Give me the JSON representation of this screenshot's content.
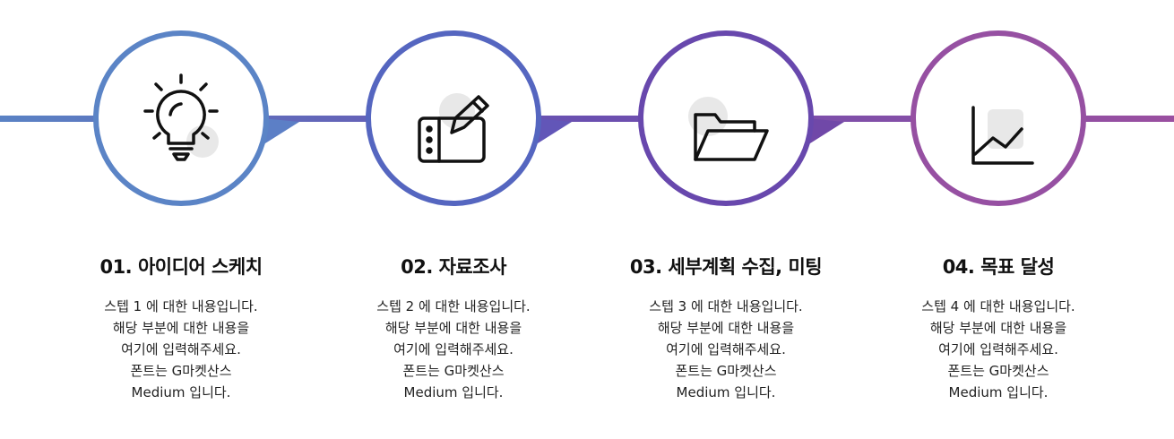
{
  "colors": {
    "line_start": "#5a82c4",
    "line_mid": "#6a4fb0",
    "line_end": "#9a4fa0",
    "circle_fill": "#ffffff",
    "icon_stroke": "#111111",
    "icon_accent": "#e6e6e6"
  },
  "steps": [
    {
      "title": "01. 아이디어 스케치",
      "icon": "lightbulb-icon",
      "ring_color": "#5b84c6",
      "lines": [
        "스텝 1 에 대한 내용입니다.",
        "해당 부분에 대한 내용을",
        "여기에 입력해주세요.",
        "폰트는 G마켓산스",
        "Medium 입니다."
      ]
    },
    {
      "title": "02. 자료조사",
      "icon": "tablet-pen-icon",
      "ring_color": "#5566c0",
      "lines": [
        "스텝 2 에 대한 내용입니다.",
        "해당 부분에 대한 내용을",
        "여기에 입력해주세요.",
        "폰트는 G마켓산스",
        "Medium 입니다."
      ]
    },
    {
      "title": "03. 세부계획 수집, 미팅",
      "icon": "folder-open-icon",
      "ring_color": "#6848ad",
      "lines": [
        "스텝 3 에 대한 내용입니다.",
        "해당 부분에 대한 내용을",
        "여기에 입력해주세요.",
        "폰트는 G마켓산스",
        "Medium 입니다."
      ]
    },
    {
      "title": "04. 목표 달성",
      "icon": "line-chart-icon",
      "ring_color": "#9650a2",
      "lines": [
        "스텝 4 에 대한 내용입니다.",
        "해당 부분에 대한 내용을",
        "여기에 입력해주세요.",
        "폰트는 G마켓산스",
        "Medium 입니다."
      ]
    }
  ]
}
